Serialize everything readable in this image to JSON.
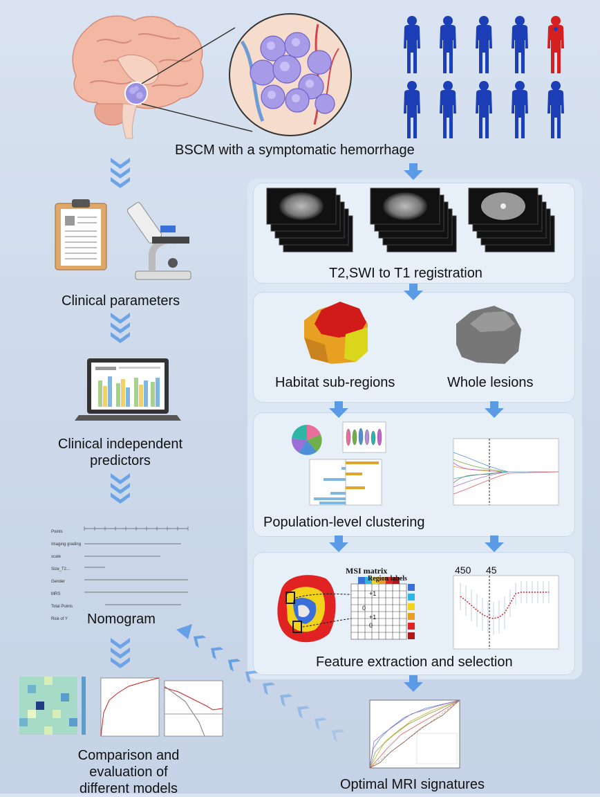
{
  "top": {
    "caption": "BSCM with a symptomatic hemorrhage"
  },
  "left": {
    "clinical_parameters": "Clinical parameters",
    "clinical_independent_predictors": "Clinical independent predictors",
    "nomogram": "Nomogram",
    "comparison": "Comparison and evaluation of different models"
  },
  "right": {
    "registration": "T2,SWI to T1 registration",
    "habitat": "Habitat sub-regions",
    "whole": "Whole lesions",
    "clustering": "Population-level clustering",
    "feature": "Feature extraction and selection",
    "msi_title": "MSI matrix",
    "region_labels": "Region labels",
    "msi_values": [
      "+1",
      "0",
      "+1",
      "0"
    ],
    "lambda_counts": [
      "450",
      "45"
    ],
    "optimal": "Optimal MRI signatures"
  },
  "nomogram_rows": [
    "Points",
    "Imaging grading scale",
    "Size_T2...",
    "Gender",
    "MRS",
    "Total Points",
    "Risk of Y"
  ],
  "colors": {
    "person_blue": "#1c3fb8",
    "person_red": "#d61f1f",
    "arrow": "#5b9be6",
    "panel": "#e7eff8"
  }
}
